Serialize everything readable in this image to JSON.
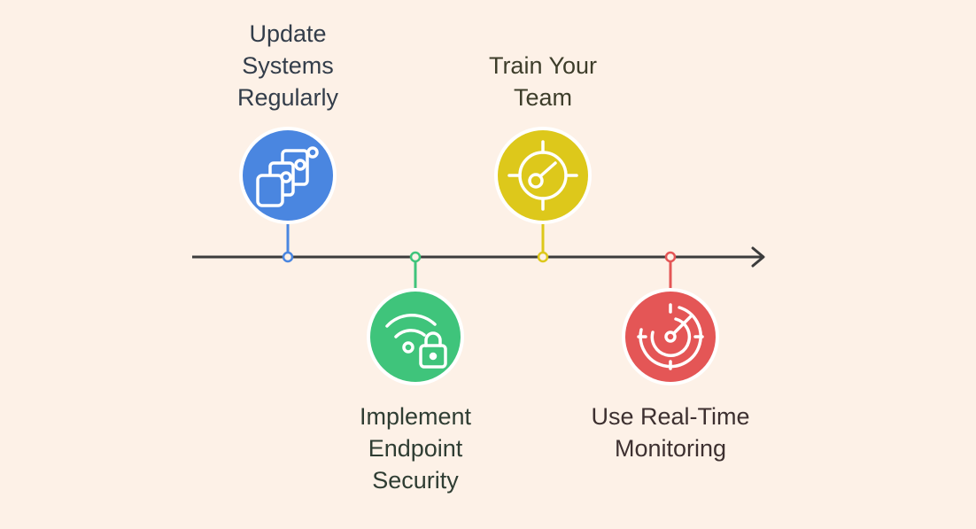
{
  "background": "#fdf1e7",
  "axis_color": "#3c3c3c",
  "milestones": [
    {
      "id": "update-systems",
      "lines": [
        "Update",
        "Systems",
        "Regularly"
      ],
      "color": "#4a86e0",
      "label_color": "#333d4a",
      "icon": "layers-icon",
      "side": "above"
    },
    {
      "id": "endpoint-security",
      "lines": [
        "Implement",
        "Endpoint",
        "Security"
      ],
      "color": "#3fc47b",
      "label_color": "#2f3d33",
      "icon": "wifi-lock-icon",
      "side": "below"
    },
    {
      "id": "train-team",
      "lines": [
        "Train Your",
        "Team"
      ],
      "color": "#ddc81b",
      "label_color": "#3d3d2a",
      "icon": "target-icon",
      "side": "above"
    },
    {
      "id": "real-time-monitoring",
      "lines": [
        "Use Real-Time",
        "Monitoring"
      ],
      "color": "#e45656",
      "label_color": "#3d3030",
      "icon": "radar-icon",
      "side": "below"
    }
  ]
}
